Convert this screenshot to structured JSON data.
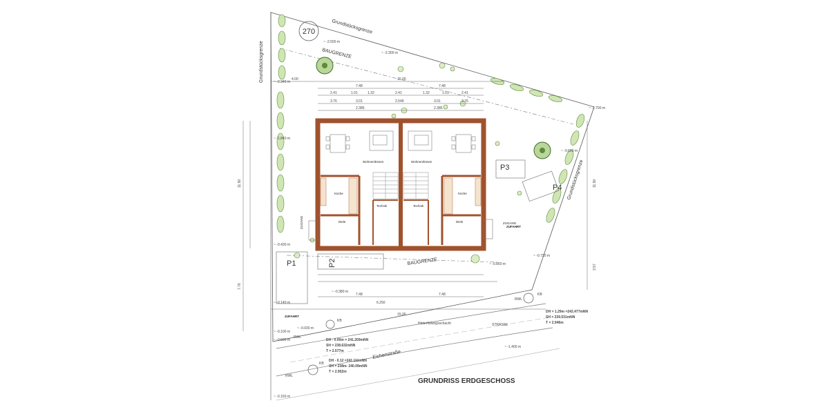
{
  "plan": {
    "title": "GRUNDRISS ERDGESCHOSS",
    "parcel_number": "270",
    "street": "Eichenstraße",
    "lot_boundary_top": "Grundstücksgrenze",
    "lot_boundary_left": "Grundstücksgrenze",
    "lot_boundary_right": "Grundstücksgrenze",
    "building_line_top": "BAUGRENZE",
    "building_line_bottom": "BAUGRENZE",
    "parking": [
      "P1",
      "P2",
      "P3",
      "P4"
    ],
    "rooms_left": {
      "living": "Wohnen/Essen",
      "kitchen": "Küche",
      "hall": "Diele",
      "technical": "Technik",
      "entrance": "ZUGANG"
    },
    "rooms_right": {
      "living": "Wohnen/Essen",
      "kitchen": "Küche",
      "hall": "Diele",
      "technical": "Technik",
      "entrance": "ZUGANG"
    },
    "access": [
      "ZUFAHRT",
      "ZUFAHRT"
    ],
    "dims_top": {
      "total": "15.00",
      "left_setback": "4.00",
      "half_left": "7.48",
      "half_right": "7.48",
      "row2": [
        "2.41",
        "1.01",
        "1.32",
        "2.41",
        "1.32",
        "1.01",
        "2.41"
      ],
      "row3": [
        "3.76",
        "3.01",
        "2.549",
        "3.01",
        "3.76"
      ],
      "row4": [
        "2.385",
        "2.385"
      ]
    },
    "dims_bottom": {
      "total": "15.00",
      "half_left": "7.48",
      "half_right": "7.48",
      "overall": "6.250"
    },
    "dims_left": {
      "depth": "11.50",
      "front": "7.76"
    },
    "dims_right": {
      "depth": "11.50",
      "front": "3.57"
    },
    "levels": [
      "~ -2.500 m",
      "~ -2.300 m",
      "~ -2.340 m",
      "~ -1.840 m",
      "~ -1.700 m",
      "~ -0.600 m",
      "~ -0.430 m",
      "~ -0.720 m",
      "~ -0.850 m",
      "~ -0.030 m",
      "~ -0.500 m",
      "~ -0.100 m",
      "~ -0.150 m",
      "~ -0.380 m",
      "~ -0.140 m",
      "~ -1.400 m"
    ],
    "manholes": [
      {
        "label": "KB",
        "dh": "DH = 1.29m =242.477mNN",
        "sh": "SH = 239.531mNN",
        "t": "T = 2.946m"
      },
      {
        "label": "KB",
        "dh": "DH - 0.00m = 241.209mNN",
        "sh": "SH = 238.632mNN",
        "t": "T = 2.577m"
      },
      {
        "label": "KB",
        "dh": "DH - 0.12 =241.111mNN",
        "sh": "SH = 238m- 240.09mNN",
        "t": "T = 2.952m"
      }
    ],
    "misc": [
      "Hinterfüllungsschacht",
      "RWL",
      "RWL",
      "RWL",
      "STRASSE"
    ]
  }
}
